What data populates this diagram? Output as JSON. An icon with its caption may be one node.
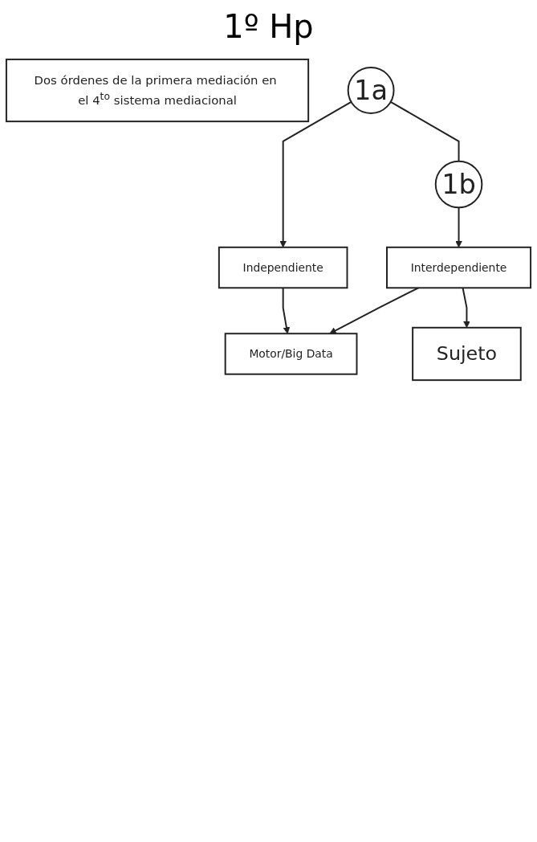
{
  "diagram": {
    "nodes": [
      {
        "text": [
          "Dos órdenes de la primera mediación en el 4$^{to}$ sistema mediacional"
        ]
      },
      {
        "text": [
          "1a"
        ]
      },
      {
        "text": [
          "1b"
        ]
      },
      {
        "text": [
          "Independiente"
        ]
      },
      {
        "text": [
          "Interdependiente"
        ]
      },
      {
        "text": [
          "Motor/Big Data"
        ]
      },
      {
        "text": [
          "Sujeto"
        ]
      }
    ],
    "edges": [
      {
        "from": 1,
        "to": 2,
        "arrow": "none"
      },
      {
        "from": 1,
        "to": 3,
        "arrow": "to"
      },
      {
        "from": 2,
        "to": 4,
        "arrow": "to"
      },
      {
        "from": 3,
        "to": 5,
        "arrow": "to"
      },
      {
        "from": 4,
        "to": 5,
        "arrow": "to"
      },
      {
        "from": 4,
        "to": 6,
        "arrow": "to"
      }
    ],
    "labels": [
      "1º Hp"
    ]
  }
}
